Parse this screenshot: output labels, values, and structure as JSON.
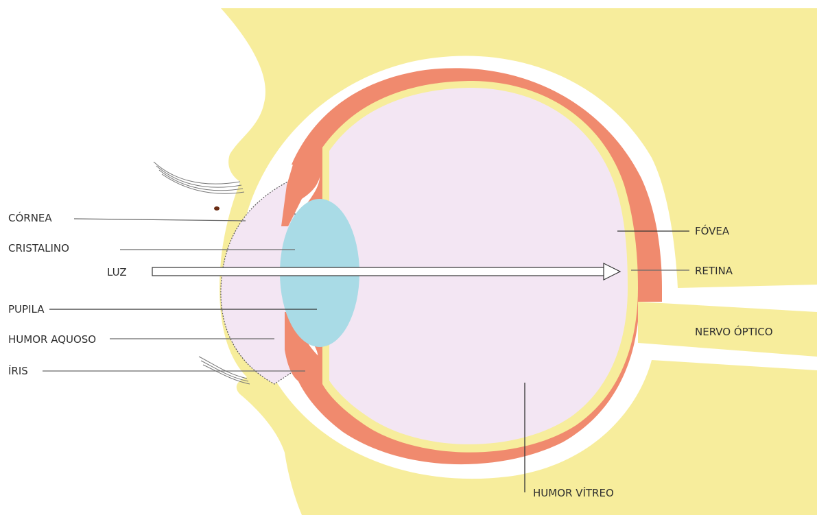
{
  "diagram": {
    "labels": {
      "cornea": "CÓRNEA",
      "cristalino": "CRISTALINO",
      "luz": "LUZ",
      "pupila": "PUPILA",
      "humor_aquoso": "HUMOR AQUOSO",
      "iris": "ÍRIS",
      "fovea": "FÓVEA",
      "retina": "RETINA",
      "nervo_optico": "NERVO ÓPTICO",
      "humor_vitreo": "HUMOR VÍTREO"
    },
    "colors": {
      "tissue": "#f7ed9c",
      "sclera": "#ffffff",
      "choroid_retina": "#f08a6e",
      "vitreous": "#f3e6f3",
      "lens": "#a9dbe6",
      "outline": "#555555",
      "text": "#2e2e2e"
    }
  }
}
